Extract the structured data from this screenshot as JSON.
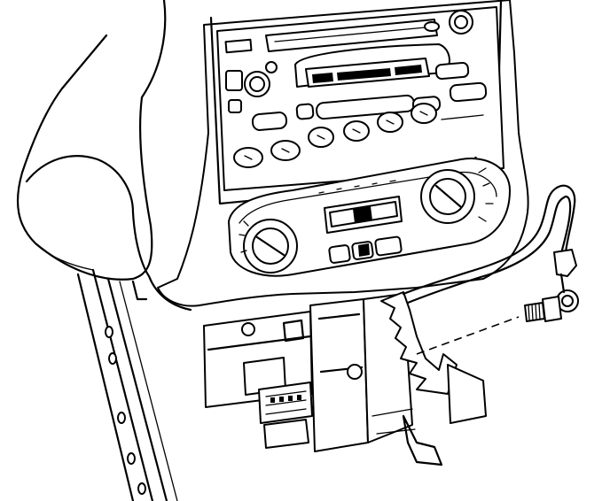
{
  "figure": {
    "subject": "",
    "callouts": []
  },
  "colors": {
    "ink": "#000000",
    "paper": "#ffffff"
  },
  "parts": {
    "radio": {
      "buttons": [
        "preset-button",
        "preset-button",
        "preset-button",
        "preset-button",
        "preset-button",
        "preset-button"
      ]
    },
    "hvac": {
      "knobs": [
        "fan-knob",
        "temperature-knob"
      ],
      "buttons": [
        "ac-button",
        "recirc-button",
        "defrost-button"
      ]
    }
  }
}
